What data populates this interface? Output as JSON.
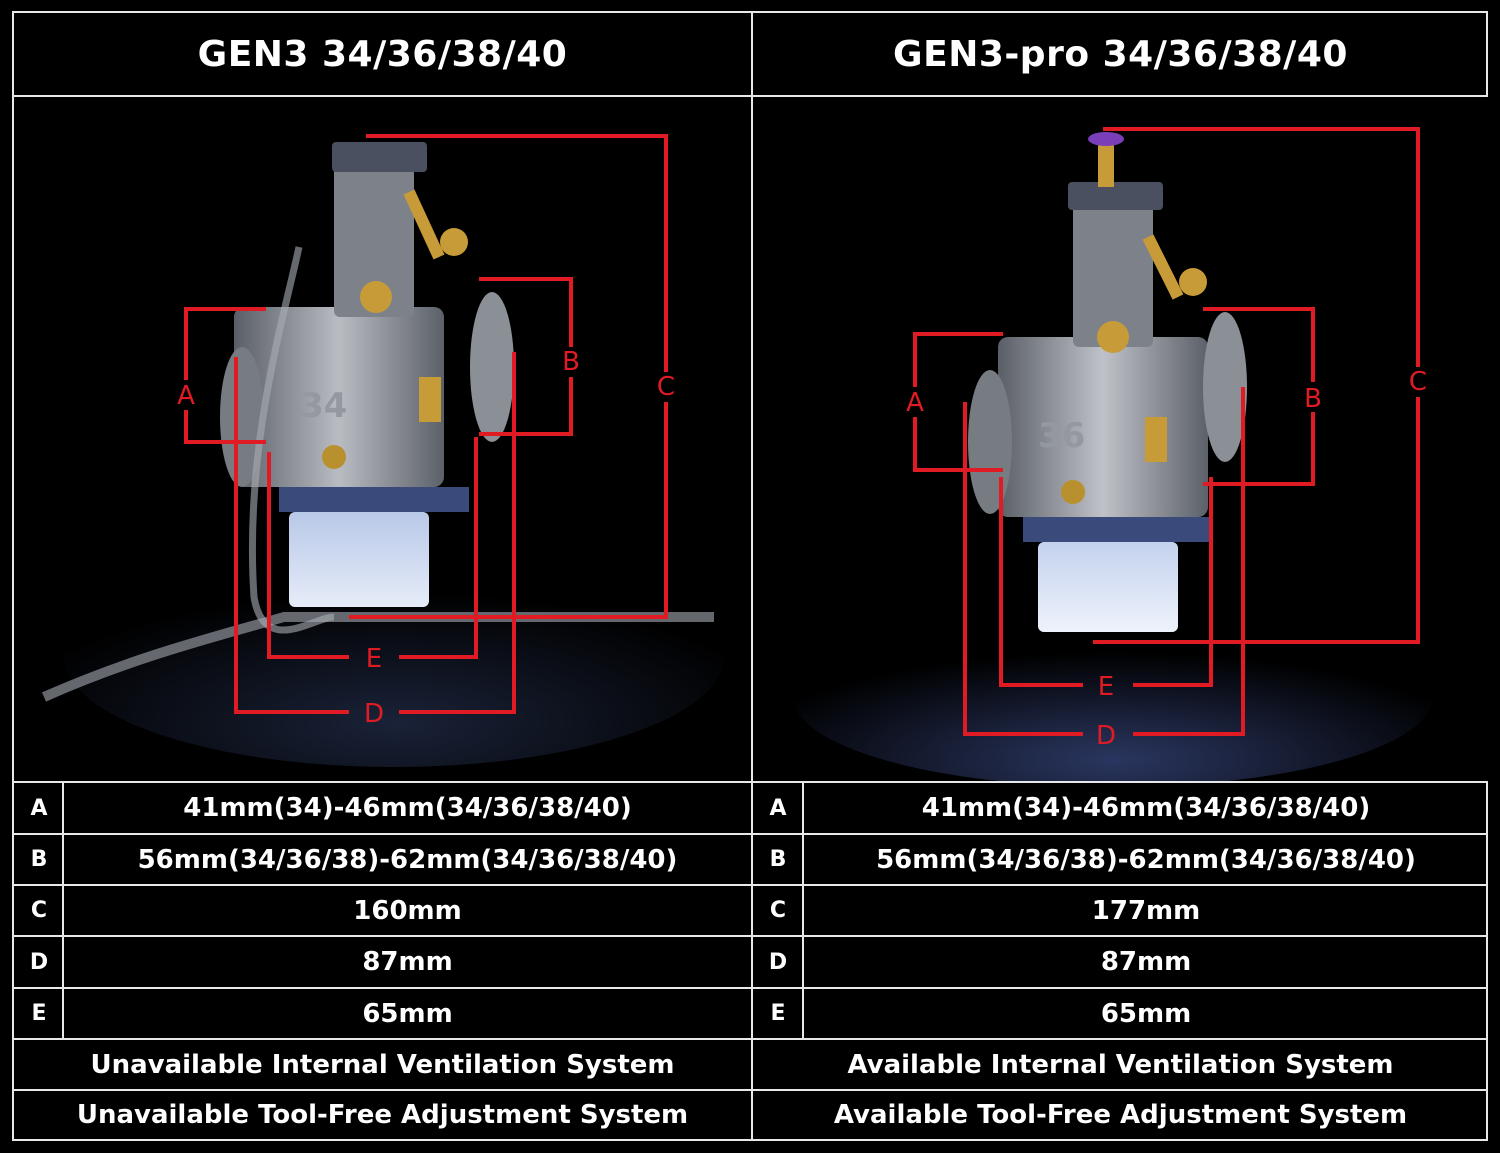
{
  "columns": [
    {
      "title": "GEN3 34/36/38/40",
      "rows": [
        {
          "letter": "A",
          "value": "41mm(34)-46mm(34/36/38/40)"
        },
        {
          "letter": "B",
          "value": "56mm(34/36/38)-62mm(34/36/38/40)"
        },
        {
          "letter": "C",
          "value": "160mm"
        },
        {
          "letter": "D",
          "value": "87mm"
        },
        {
          "letter": "E",
          "value": "65mm"
        }
      ],
      "features": [
        "Unavailable Internal Ventilation System",
        "Unavailable Tool-Free Adjustment System"
      ],
      "photo_marking": "34"
    },
    {
      "title": "GEN3-pro 34/36/38/40",
      "rows": [
        {
          "letter": "A",
          "value": "41mm(34)-46mm(34/36/38/40)"
        },
        {
          "letter": "B",
          "value": "56mm(34/36/38)-62mm(34/36/38/40)"
        },
        {
          "letter": "C",
          "value": "177mm"
        },
        {
          "letter": "D",
          "value": "87mm"
        },
        {
          "letter": "E",
          "value": "65mm"
        }
      ],
      "features": [
        "Available Internal Ventilation System",
        "Available Tool-Free Adjustment System"
      ],
      "photo_marking": "36"
    }
  ],
  "dimension_labels": [
    "A",
    "B",
    "C",
    "D",
    "E"
  ],
  "colors": {
    "background": "#000000",
    "grid_lines": "#e8e8e8",
    "dimension_lines": "#e01b24",
    "text": "#ffffff"
  }
}
